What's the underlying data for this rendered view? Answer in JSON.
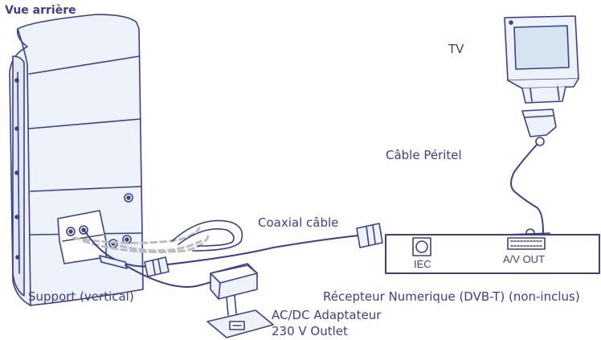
{
  "title": "Vue arrière",
  "labels": {
    "tv": "TV",
    "scart_cable": "Câble Péritel",
    "coax_cable": "Coaxial câble",
    "support": "Support (vertical)",
    "receiver": "Récepteur Numerique (DVB-T) (non-inclus)",
    "adapter": "AC/DC Adaptateur",
    "outlet": "230 V Outlet"
  },
  "receiver_ports": {
    "iec": "IEC",
    "av_out": "A/V OUT"
  },
  "colors": {
    "line": "#3a3f8f",
    "panel_fill": "#eef2fa",
    "screen_fill": "#d6e4f2",
    "dashed_cable": "#b9bdc4"
  }
}
